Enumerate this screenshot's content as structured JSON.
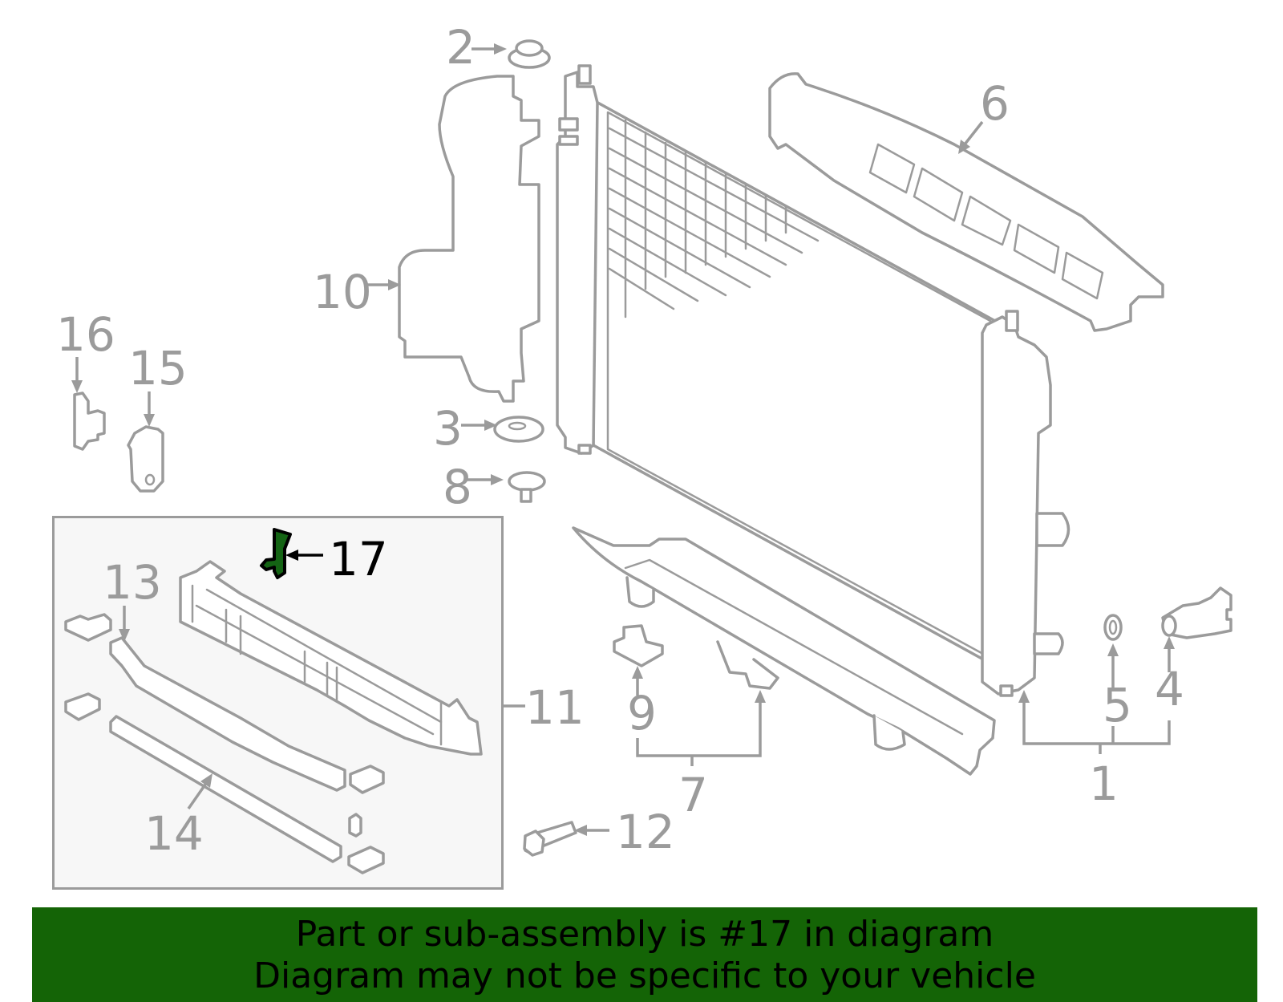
{
  "diagram": {
    "highlighted_part": "17",
    "highlight_color": "#146414",
    "line_color": "#9b9b9b",
    "inset_background": "#f7f7f7",
    "callouts": [
      {
        "id": "1",
        "label": "1"
      },
      {
        "id": "2",
        "label": "2"
      },
      {
        "id": "3",
        "label": "3"
      },
      {
        "id": "4",
        "label": "4"
      },
      {
        "id": "5",
        "label": "5"
      },
      {
        "id": "6",
        "label": "6"
      },
      {
        "id": "7",
        "label": "7"
      },
      {
        "id": "8",
        "label": "8"
      },
      {
        "id": "9",
        "label": "9"
      },
      {
        "id": "10",
        "label": "10"
      },
      {
        "id": "11",
        "label": "11"
      },
      {
        "id": "12",
        "label": "12"
      },
      {
        "id": "13",
        "label": "13"
      },
      {
        "id": "14",
        "label": "14"
      },
      {
        "id": "15",
        "label": "15"
      },
      {
        "id": "16",
        "label": "16"
      },
      {
        "id": "17",
        "label": "17"
      }
    ]
  },
  "banner": {
    "background": "#146406",
    "line1": "Part or sub-assembly is #17 in diagram",
    "line2": "Diagram may not be specific to your vehicle"
  }
}
